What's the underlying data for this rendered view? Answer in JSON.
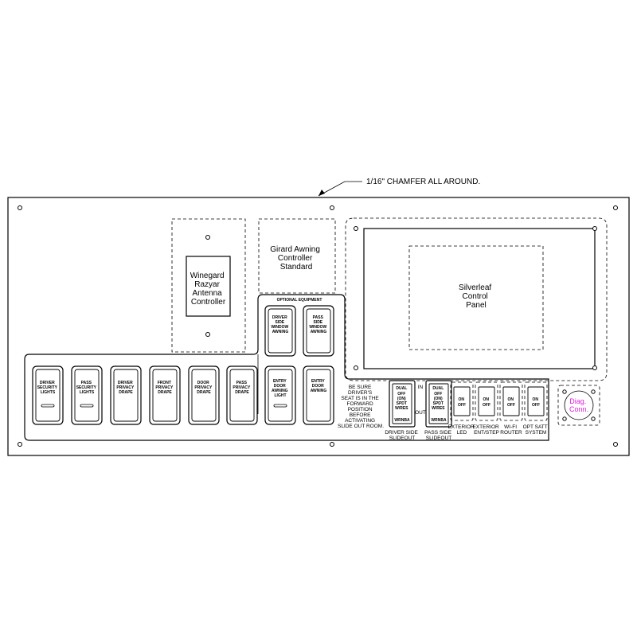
{
  "chamfer_note": "1/16\" CHAMFER ALL AROUND.",
  "winegard_label": [
    "Winegard",
    "Razyar",
    "Antenna",
    "Controller"
  ],
  "girard_label": [
    "Girard Awning",
    "Controller",
    "Standard"
  ],
  "silverleaf_label": [
    "Silverleaf",
    "Control",
    "Panel"
  ],
  "optional_equipment_title": "OPTIONAL EQUIPMENT",
  "optional_switches": [
    {
      "label": [
        "DRIVER",
        "SIDE",
        "WINDOW",
        "AWNING"
      ]
    },
    {
      "label": [
        "PASS",
        "SIDE",
        "WINDOW",
        "AWNING"
      ]
    }
  ],
  "main_switches": [
    {
      "label": [
        "DRIVER",
        "SECURITY",
        "LIGHTS"
      ],
      "indicator": true
    },
    {
      "label": [
        "PASS",
        "SECURITY",
        "LIGHTS"
      ],
      "indicator": true
    },
    {
      "label": [
        "DRIVER",
        "PRIVACY",
        "DRAPE"
      ],
      "indicator": false
    },
    {
      "label": [
        "FRONT",
        "PRIVACY",
        "DRAPE"
      ],
      "indicator": false
    },
    {
      "label": [
        "DOOR",
        "PRIVACY",
        "DRAPE"
      ],
      "indicator": false
    },
    {
      "label": [
        "PASS",
        "PRIVACY",
        "DRAPE"
      ],
      "indicator": false
    },
    {
      "label": [
        "ENTRY",
        "DOOR",
        "AWNING",
        "LIGHT"
      ],
      "indicator": true
    },
    {
      "label": [
        "ENTRY",
        "DOOR",
        "AWNING"
      ],
      "indicator": false
    }
  ],
  "warning_note": [
    "BE SURE",
    "DRIVER'S",
    "SEAT IS IN THE",
    "FORWARD",
    "POSITION",
    "BEFORE",
    "ACTIVATING",
    "SLIDE OUT ROOM."
  ],
  "slideout_in_label": "IN",
  "slideout_out_label": "OUT",
  "slideout_switches": [
    {
      "label": [
        "DRIVER SIDE",
        "SLIDEOUT"
      ]
    },
    {
      "label": [
        "PASS SIDE",
        "SLIDEOUT"
      ]
    }
  ],
  "slideout_inner_text": [
    "OFF",
    "(ON)",
    "SPDT",
    "W/RES"
  ],
  "slideout_top_text": "DUAL",
  "slideout_bottom_text": "WRNBA",
  "onoff_switches": [
    {
      "label": [
        "EXTERIOR",
        "LED"
      ]
    },
    {
      "label": [
        "EXTERIOR",
        "ENT/STEP"
      ]
    },
    {
      "label": [
        "WI-FI",
        "ROUTER"
      ]
    },
    {
      "label": [
        "OPT SATT",
        "SYSTEM"
      ]
    }
  ],
  "on_text": "ON",
  "off_text": "OFF",
  "diag_label": [
    "Diag.",
    "Conn."
  ],
  "colors": {
    "line": "#000000",
    "diag_text": "#e020e0",
    "background": "#ffffff"
  }
}
